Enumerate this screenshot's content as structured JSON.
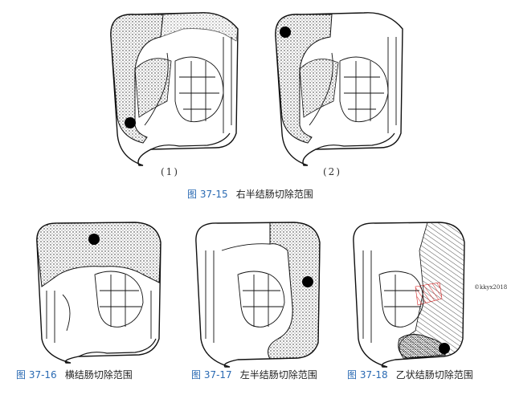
{
  "figures": {
    "fig15": {
      "label_num": "图 37-15",
      "label_title": "右半结肠切除范围",
      "sub1": "(1)",
      "sub2": "(2)"
    },
    "fig16": {
      "label_num": "图 37-16",
      "label_title": "横结肠切除范围"
    },
    "fig17": {
      "label_num": "图 37-17",
      "label_title": "左半结肠切除范围"
    },
    "fig18": {
      "label_num": "图 37-18",
      "label_title": "乙状结肠切除范围"
    }
  },
  "watermark": "©kkyx2018",
  "colors": {
    "caption_number": "#2a6ab3",
    "ink": "#111111",
    "red_hatch": "#d22222"
  }
}
